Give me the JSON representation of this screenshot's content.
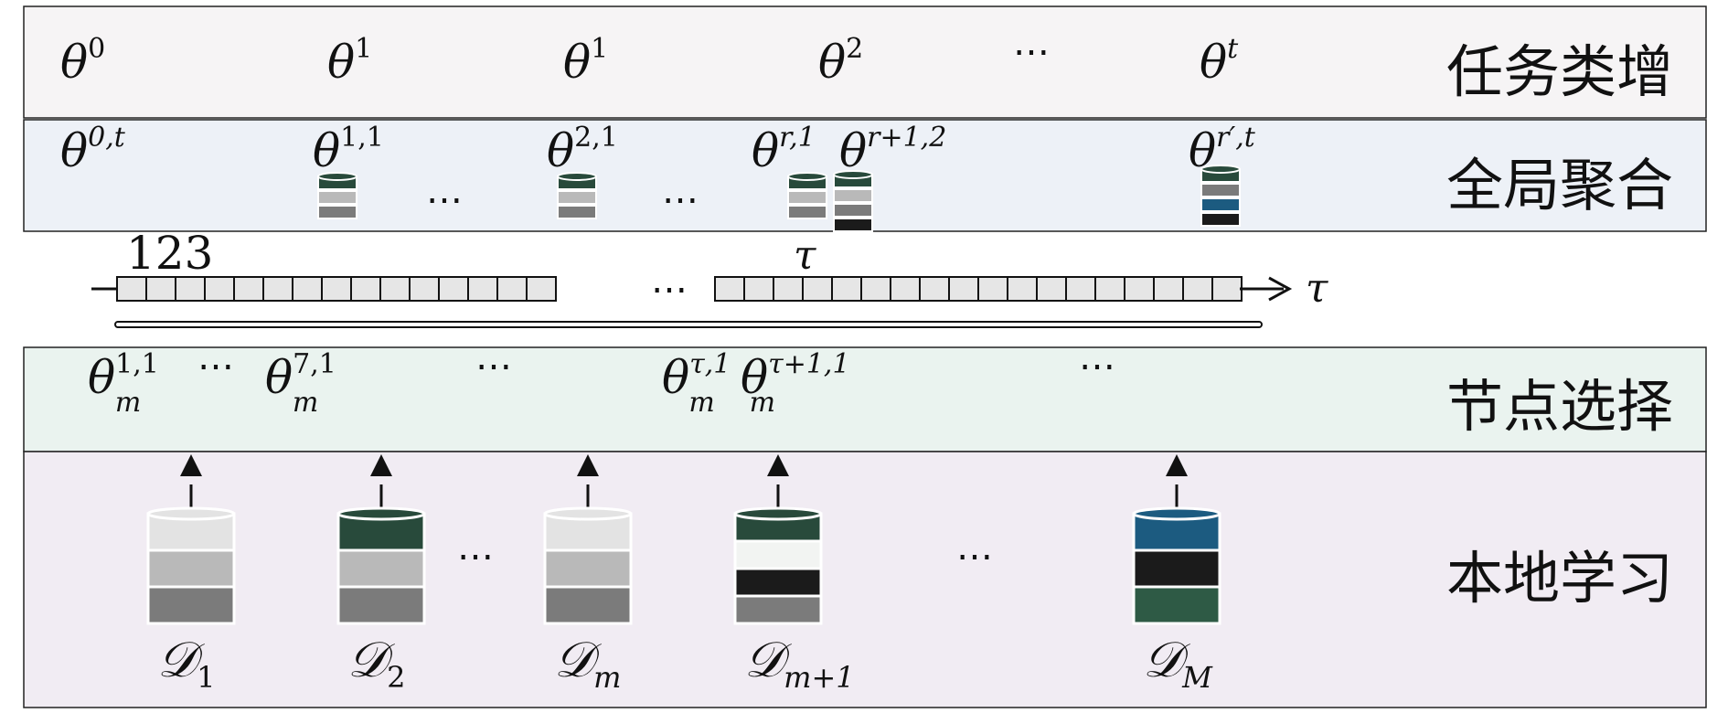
{
  "colors": {
    "band_task": "#f6f4f5",
    "band_global": "#edf1f7",
    "band_select": "#eaf3ef",
    "band_local": "#f1ecf3",
    "dark_green": "#284a3b",
    "mid_green": "#2e5a45",
    "light_gray": "#e3e3e3",
    "mid_gray": "#b9b9b9",
    "dark_gray": "#7b7b7b",
    "black": "#1b1b1b",
    "blue": "#1c5b80",
    "off_white": "#f2f4f2",
    "timeline_fill": "#e6e6e6"
  },
  "bands": {
    "task": {
      "label": "任务类增"
    },
    "global": {
      "label": "全局聚合"
    },
    "select": {
      "label": "节点选择"
    },
    "local": {
      "label": "本地学习"
    }
  },
  "task_row": {
    "items": [
      {
        "base": "θ",
        "sup": "0"
      },
      {
        "base": "θ",
        "sup": "1"
      },
      {
        "base": "θ",
        "sup": "1"
      },
      {
        "base": "θ",
        "sup": "2"
      },
      {
        "base": "θ",
        "sup": "t"
      }
    ],
    "ellipsis": "⋯"
  },
  "global_row": {
    "items": [
      {
        "base": "θ",
        "sup": "0,t"
      },
      {
        "base": "θ",
        "sup": "1,1"
      },
      {
        "base": "θ",
        "sup": "2,1"
      },
      {
        "base": "θ",
        "sup": "r,1"
      },
      {
        "base": "θ",
        "sup": "r+1,2"
      },
      {
        "base": "θ",
        "sup": "r′,t"
      }
    ],
    "ellipsis": "⋯",
    "stacks": [
      [
        "dark_green",
        "mid_gray",
        "dark_gray"
      ],
      [
        "dark_green",
        "mid_gray",
        "dark_gray"
      ],
      [
        "dark_green",
        "mid_gray",
        "dark_gray"
      ],
      [
        "dark_green",
        "mid_gray",
        "dark_gray",
        "black"
      ],
      [
        "dark_green",
        "dark_gray",
        "blue",
        "black"
      ]
    ]
  },
  "timeline": {
    "start_label": "123",
    "mid_label": "τ",
    "axis_label": "τ",
    "ellipsis": "⋯"
  },
  "select_row": {
    "items": [
      {
        "base": "θ",
        "sup": "1,1",
        "sub": "m"
      },
      {
        "base": "θ",
        "sup": "7,1",
        "sub": "m"
      },
      {
        "base": "θ",
        "sup": "τ,1",
        "sub": "m"
      },
      {
        "base": "θ",
        "sup": "τ+1,1",
        "sub": "m"
      }
    ],
    "ellipsis": "⋯"
  },
  "local_row": {
    "datasets": [
      {
        "base": "𝒟",
        "sub": "1",
        "layers": [
          "light_gray",
          "mid_gray",
          "dark_gray"
        ]
      },
      {
        "base": "𝒟",
        "sub": "2",
        "layers": [
          "dark_green",
          "mid_gray",
          "dark_gray"
        ]
      },
      {
        "base": "𝒟",
        "sub": "m",
        "layers": [
          "light_gray",
          "mid_gray",
          "dark_gray"
        ]
      },
      {
        "base": "𝒟",
        "sub": "m+1",
        "layers": [
          "dark_green",
          "off_white",
          "black",
          "dark_gray"
        ]
      },
      {
        "base": "𝒟",
        "sub": "M",
        "layers": [
          "blue",
          "black",
          "mid_green"
        ]
      }
    ],
    "ellipsis": "⋯"
  }
}
